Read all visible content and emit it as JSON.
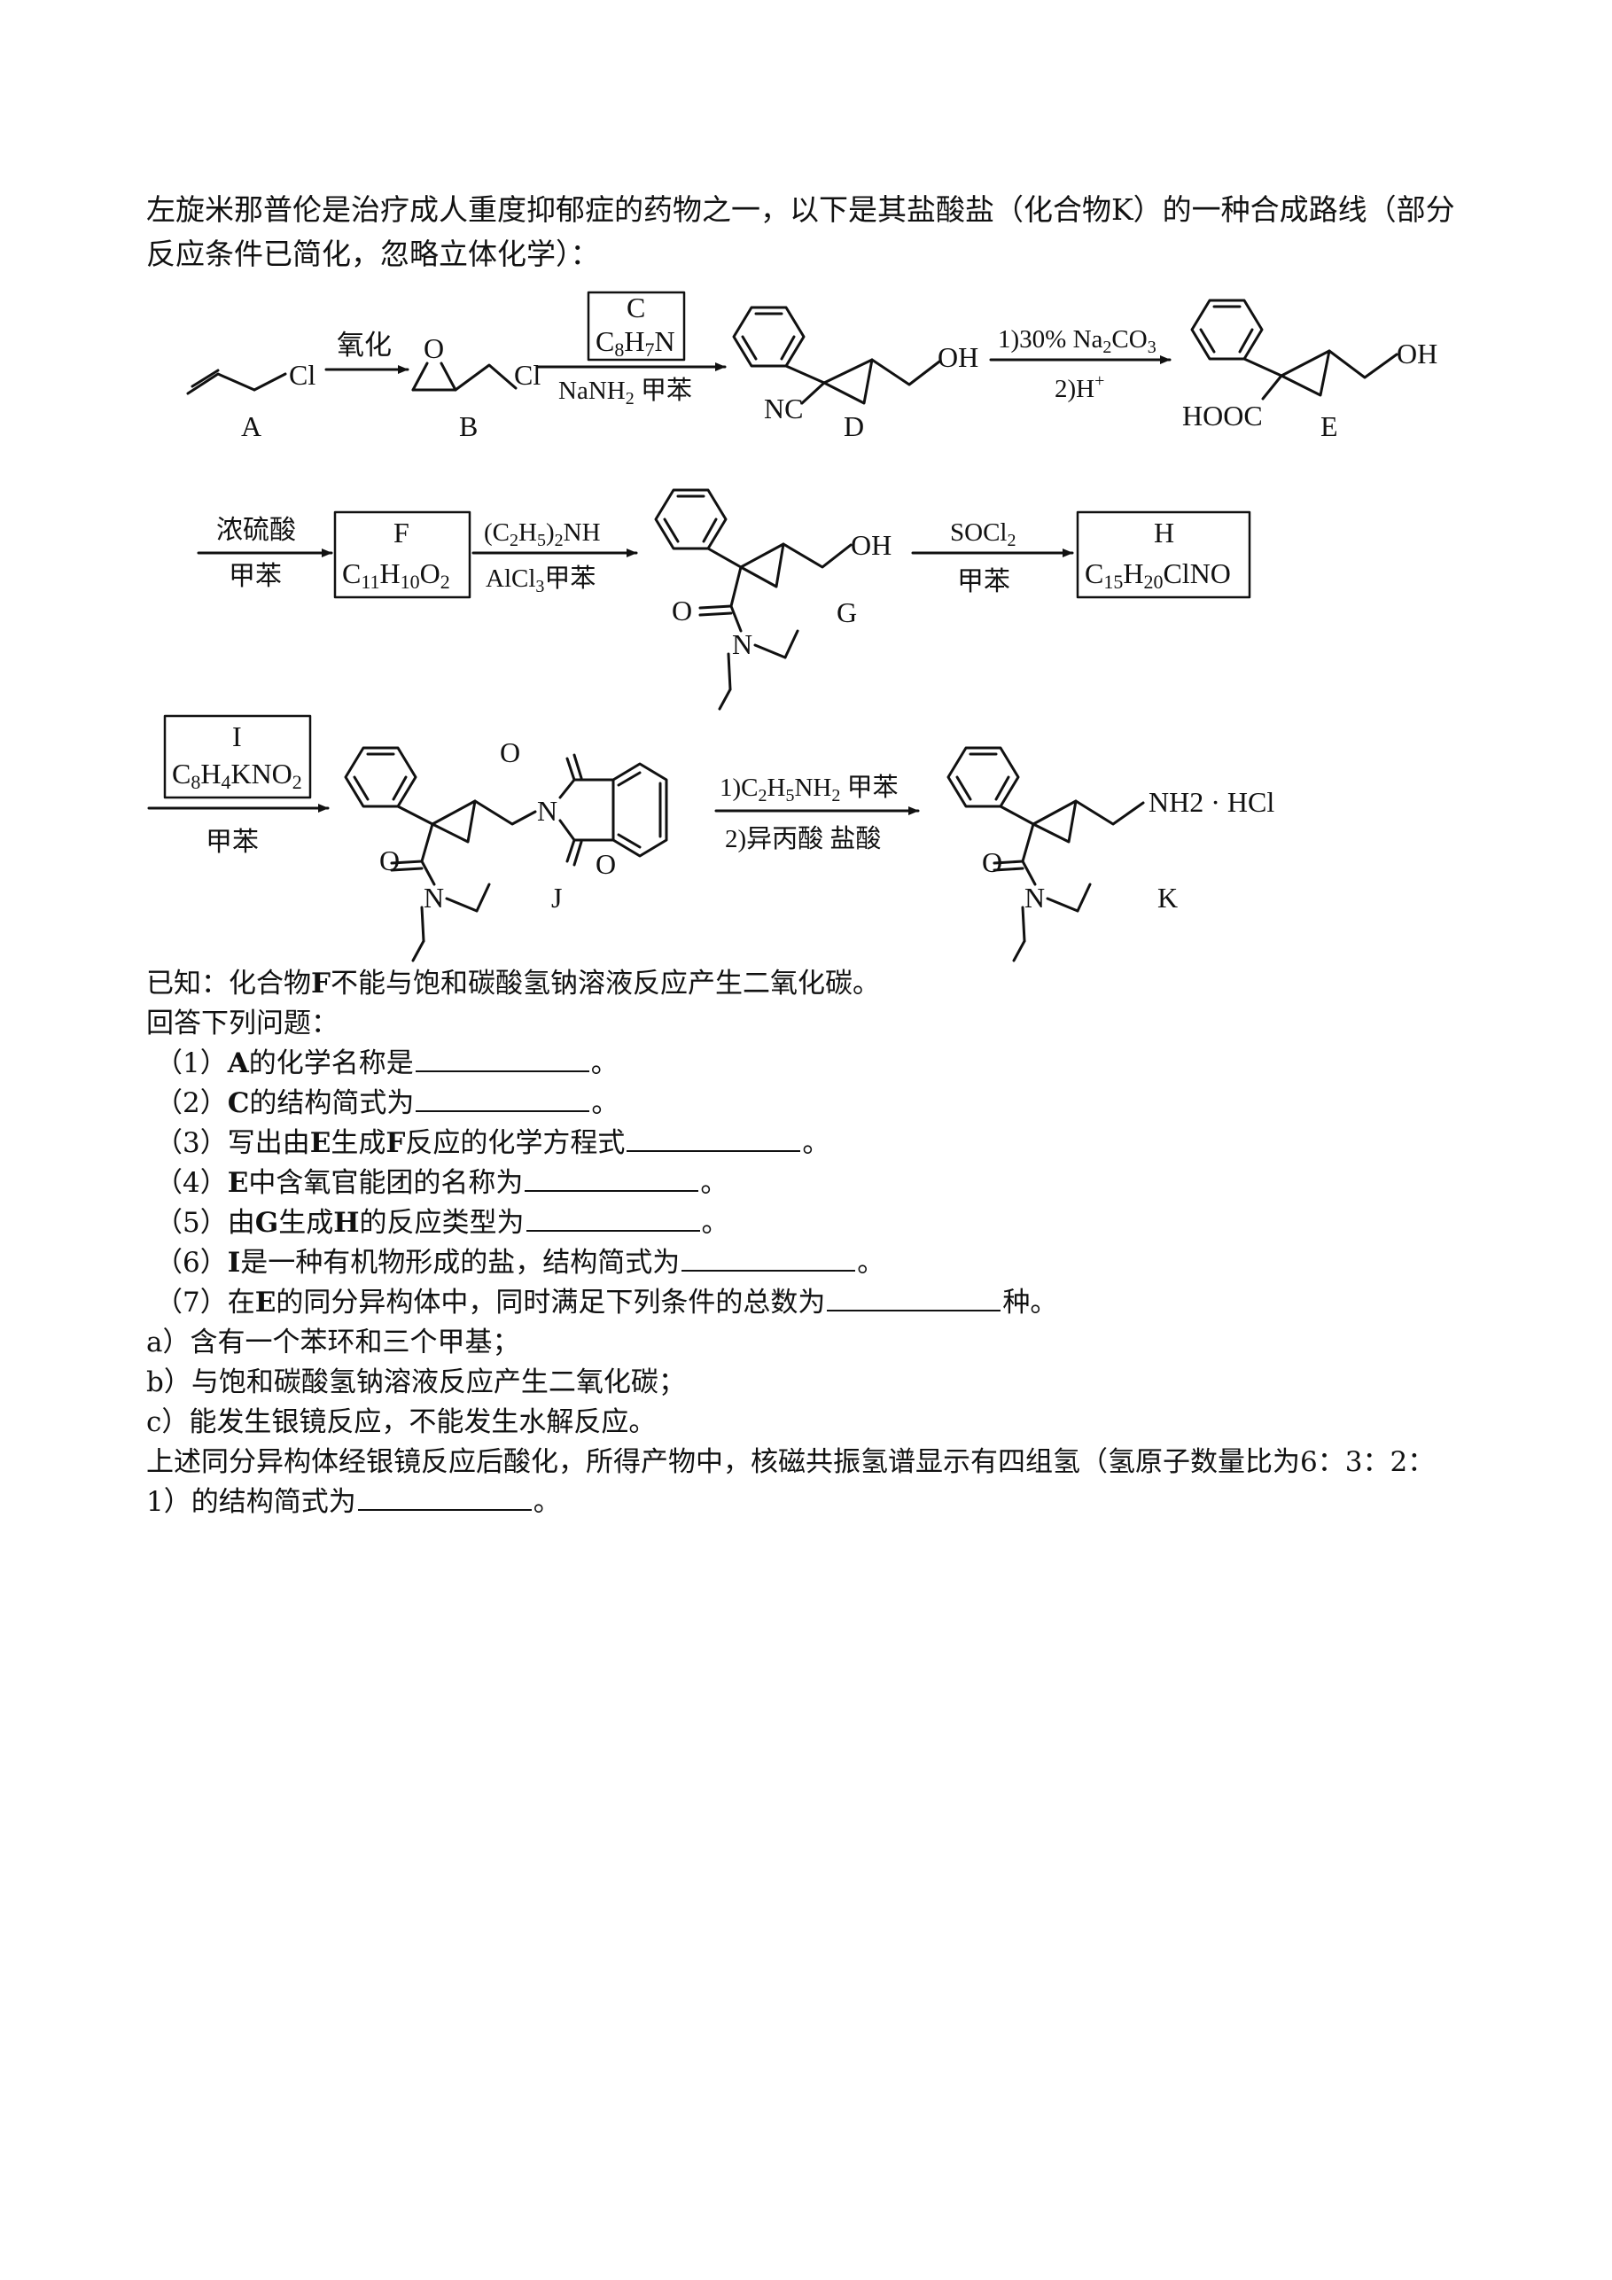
{
  "intro": "左旋米那普伦是治疗成人重度抑郁症的药物之一，以下是其盐酸盐（化合物K）的一种合成路线（部分反应条件已简化，忽略立体化学）：",
  "scheme": {
    "labels": {
      "A": "A",
      "B": "B",
      "C": "C",
      "D": "D",
      "E": "E",
      "F": "F",
      "G": "G",
      "H": "H",
      "I": "I",
      "J": "J",
      "K": "K"
    },
    "atoms": {
      "Cl": "Cl",
      "OH": "OH",
      "O": "O",
      "N": "N",
      "NC": "NC",
      "HOOC": "HOOC",
      "NH2HCl": "NH2 · HCl"
    },
    "formulas": {
      "C": [
        "C",
        "8",
        "H",
        "7",
        "N"
      ],
      "F": [
        "C",
        "11",
        "H",
        "10",
        "O",
        "2"
      ],
      "H": [
        "C",
        "15",
        "H",
        "20",
        "ClNO"
      ],
      "I": [
        "C",
        "8",
        "H",
        "4",
        "KNO",
        "2"
      ]
    },
    "conditions": {
      "ab": "氧化",
      "bd_below": "NaNH",
      "bd_below_sub": "2",
      "bd_below_tail": " 甲苯",
      "de_top": "1)30% Na",
      "de_top_sub1": "2",
      "de_top_mid": "CO",
      "de_top_sub2": "3",
      "de_bottom": "2)H",
      "de_bottom_sup": "+",
      "ef_top": "浓硫酸",
      "ef_bottom": "甲苯",
      "fg_top": "(C",
      "fg_top_sub1": "2",
      "fg_top_mid": "H",
      "fg_top_sub2": "5",
      "fg_top_tail": ")",
      "fg_top_sub3": "2",
      "fg_top_end": "NH",
      "fg_bottom": "AlCl",
      "fg_bottom_sub": "3",
      "fg_bottom_tail": "甲苯",
      "gh_top": "SOCl",
      "gh_top_sub": "2",
      "gh_bottom": "甲苯",
      "ij_bottom": "甲苯",
      "jk_top": "1)C",
      "jk_top_sub1": "2",
      "jk_top_mid": "H",
      "jk_top_sub2": "5",
      "jk_top_tail": "NH",
      "jk_top_sub3": "2",
      "jk_top_end": " 甲苯",
      "jk_bottom": "2)异丙酸  盐酸"
    }
  },
  "known": {
    "pre": "已知：化合物",
    "bold": "F",
    "post": "不能与饱和碳酸氢钠溶液反应产生二氧化碳。"
  },
  "prompt": "回答下列问题：",
  "questions": [
    {
      "num": "（1）",
      "bold": "A",
      "text": "的化学名称是",
      "end": "。"
    },
    {
      "num": "（2）",
      "bold": "C",
      "text": "的结构简式为",
      "end": "。"
    },
    {
      "num": "（3）",
      "pre": "写出由",
      "bold": "E",
      "mid": "生成",
      "bold2": "F",
      "text": "反应的化学方程式",
      "end": "。"
    },
    {
      "num": "（4）",
      "bold": "E",
      "text": "中含氧官能团的名称为",
      "end": "。"
    },
    {
      "num": "（5）",
      "pre": "由",
      "bold": "G",
      "mid": "生成",
      "bold2": "H",
      "text": "的反应类型为",
      "end": "。"
    },
    {
      "num": "（6）",
      "bold": "I",
      "text": "是一种有机物形成的盐，结构简式为",
      "end": "。"
    },
    {
      "num": "（7）",
      "pre": "在",
      "bold": "E",
      "text": "的同分异构体中，同时满足下列条件的总数为",
      "end": "种。"
    }
  ],
  "conditions_list": [
    "a）含有一个苯环和三个甲基；",
    "b）与饱和碳酸氢钠溶液反应产生二氧化碳；",
    "c）能发生银镜反应，不能发生水解反应。"
  ],
  "final": {
    "line1": "上述同分异构体经银镜反应后酸化，所得产物中，核磁共振氢谱显示有四组氢（氢原子数量比为6：3：2：",
    "line2": "1）的结构简式为",
    "end": "。"
  }
}
